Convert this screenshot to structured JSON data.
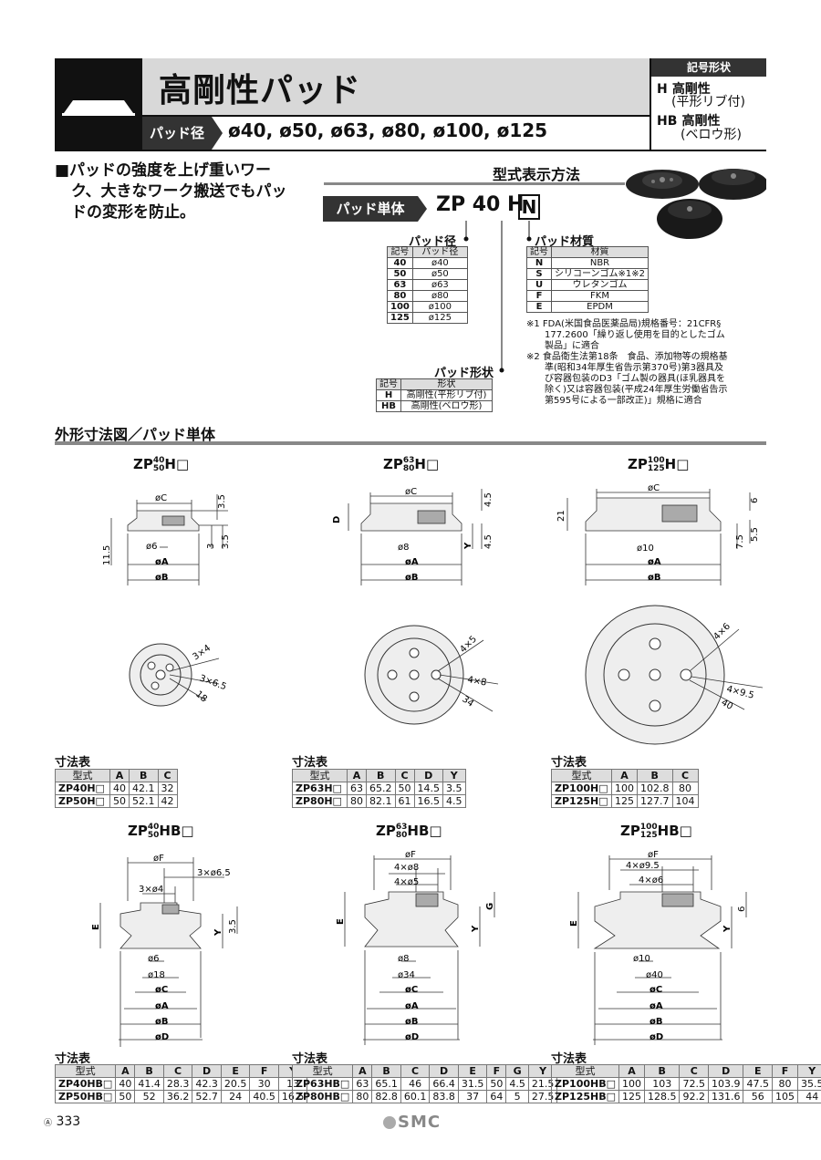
{
  "header": {
    "title": "高剛性パッド",
    "size_label": "パッド径",
    "sizes": "ø40, ø50, ø63, ø80, ø100, ø125",
    "code_head": "記号形状",
    "code_h": "H",
    "code_h_text": "高剛性",
    "code_h_sub": "(平形リブ付)",
    "code_hb": "HB",
    "code_hb_text": "高剛性",
    "code_hb_sub": "(ベロウ形)"
  },
  "feature": [
    "■パッドの強度を上げ重いワー",
    "ク、大きなワーク搬送でもパッ",
    "ドの変形を防止。"
  ],
  "model_code": {
    "title": "型式表示方法",
    "unit_label": "パッド単体",
    "code_prefix": "ZP",
    "code_size": "40",
    "code_shape": "H",
    "code_material": "N",
    "dia_label": "パッド径",
    "dia_headers": [
      "記号",
      "パッド径"
    ],
    "dia_rows": [
      [
        "40",
        "ø40"
      ],
      [
        "50",
        "ø50"
      ],
      [
        "63",
        "ø63"
      ],
      [
        "80",
        "ø80"
      ],
      [
        "100",
        "ø100"
      ],
      [
        "125",
        "ø125"
      ]
    ],
    "mat_label": "パッド材質",
    "mat_headers": [
      "記号",
      "材質"
    ],
    "mat_rows": [
      [
        "N",
        "NBR"
      ],
      [
        "S",
        "シリコーンゴム※1※2"
      ],
      [
        "U",
        "ウレタンゴム"
      ],
      [
        "F",
        "FKM"
      ],
      [
        "E",
        "EPDM"
      ]
    ],
    "notes": [
      "※1 FDA(米国食品医薬品局)規格番号：21CFR§",
      "　　177.2600「繰り返し使用を目的としたゴム",
      "　　製品」に適合",
      "※2 食品衛生法第18条　食品、添加物等の規格基",
      "　　準(昭和34年厚生省告示第370号)第3器具及",
      "　　び容器包装のD3「ゴム製の器具(ほ乳器具を",
      "　　除く)又は容器包装(平成24年厚生労働省告示",
      "　　第595号による一部改正)」規格に適合"
    ],
    "shape_label": "パッド形状",
    "shape_headers": [
      "記号",
      "形状"
    ],
    "shape_rows": [
      [
        "H",
        "高剛性(平形リブ付)"
      ],
      [
        "HB",
        "高剛性(ベロウ形)"
      ]
    ]
  },
  "section_title": "外形寸法図／パッド単体",
  "figures_h": [
    {
      "title_pre": "ZP",
      "title_a": "40",
      "title_b": "50",
      "title_post": "H□"
    },
    {
      "title_pre": "ZP",
      "title_a": "63",
      "title_b": "80",
      "title_post": "H□"
    },
    {
      "title_pre": "ZP",
      "title_a": "100",
      "title_b": "125",
      "title_post": "H□"
    }
  ],
  "figures_hb": [
    {
      "title_pre": "ZP",
      "title_a": "40",
      "title_b": "50",
      "title_post": "HB□"
    },
    {
      "title_pre": "ZP",
      "title_a": "63",
      "title_b": "80",
      "title_post": "HB□"
    },
    {
      "title_pre": "ZP",
      "title_a": "100",
      "title_b": "125",
      "title_post": "HB□"
    }
  ],
  "dim_labels": {
    "h1": {
      "c": "øC",
      "a": "øA",
      "b": "øB",
      "hole": "ø6",
      "h1": "3.5",
      "h2": "3",
      "h3": "3.5",
      "h4": "11.5",
      "p1": "3×4",
      "p2": "3×6.5",
      "p3": "18"
    },
    "h2": {
      "c": "øC",
      "a": "øA",
      "b": "øB",
      "hole": "ø8",
      "d": "D",
      "y": "Y",
      "h1": "4.5",
      "h2": "4.5",
      "p1": "4×5",
      "p2": "4×8",
      "p3": "34"
    },
    "h3": {
      "c": "øC",
      "a": "øA",
      "b": "øB",
      "hole": "ø10",
      "h1": "6",
      "h2": "21",
      "h3": "5.5",
      "h4": "7.5",
      "p1": "4×6",
      "p2": "4×9.5",
      "p3": "40"
    },
    "hb1": {
      "f": "øF",
      "p1": "3×ø6.5",
      "p2": "3×ø4",
      "e": "E",
      "y": "Y",
      "h1": "3.5",
      "a6": "ø6",
      "a18": "ø18",
      "c": "øC",
      "a": "øA",
      "b": "øB",
      "d": "øD"
    },
    "hb2": {
      "f": "øF",
      "p1": "4×ø8",
      "p2": "4×ø5",
      "e": "E",
      "y": "Y",
      "g": "G",
      "a8": "ø8",
      "a34": "ø34",
      "c": "øC",
      "a": "øA",
      "b": "øB",
      "d": "øD"
    },
    "hb3": {
      "f": "øF",
      "p1": "4×ø9.5",
      "p2": "4×ø6",
      "e": "E",
      "y": "Y",
      "h1": "6",
      "a10": "ø10",
      "a40": "ø40",
      "c": "øC",
      "a": "øA",
      "b": "øB",
      "d": "øD"
    }
  },
  "table_label": "寸法表",
  "table_h1": {
    "headers": [
      "型式",
      "A",
      "B",
      "C"
    ],
    "rows": [
      [
        "ZP40H□",
        "40",
        "42.1",
        "32"
      ],
      [
        "ZP50H□",
        "50",
        "52.1",
        "42"
      ]
    ]
  },
  "table_h2": {
    "headers": [
      "型式",
      "A",
      "B",
      "C",
      "D",
      "Y"
    ],
    "rows": [
      [
        "ZP63H□",
        "63",
        "65.2",
        "50",
        "14.5",
        "3.5"
      ],
      [
        "ZP80H□",
        "80",
        "82.1",
        "61",
        "16.5",
        "4.5"
      ]
    ]
  },
  "table_h3": {
    "headers": [
      "型式",
      "A",
      "B",
      "C"
    ],
    "rows": [
      [
        "ZP100H□",
        "100",
        "102.8",
        "80"
      ],
      [
        "ZP125H□",
        "125",
        "127.7",
        "104"
      ]
    ]
  },
  "table_hb1": {
    "headers": [
      "型式",
      "A",
      "B",
      "C",
      "D",
      "E",
      "F",
      "Y"
    ],
    "rows": [
      [
        "ZP40HB□",
        "40",
        "41.4",
        "28.3",
        "42.3",
        "20.5",
        "30",
        "13"
      ],
      [
        "ZP50HB□",
        "50",
        "52",
        "36.2",
        "52.7",
        "24",
        "40.5",
        "16.5"
      ]
    ]
  },
  "table_hb2": {
    "headers": [
      "型式",
      "A",
      "B",
      "C",
      "D",
      "E",
      "F",
      "G",
      "Y"
    ],
    "rows": [
      [
        "ZP63HB□",
        "63",
        "65.1",
        "46",
        "66.4",
        "31.5",
        "50",
        "4.5",
        "21.5"
      ],
      [
        "ZP80HB□",
        "80",
        "82.8",
        "60.1",
        "83.8",
        "37",
        "64",
        "5",
        "27.5"
      ]
    ]
  },
  "table_hb3": {
    "headers": [
      "型式",
      "A",
      "B",
      "C",
      "D",
      "E",
      "F",
      "Y"
    ],
    "rows": [
      [
        "ZP100HB□",
        "100",
        "103",
        "72.5",
        "103.9",
        "47.5",
        "80",
        "35.5"
      ],
      [
        "ZP125HB□",
        "125",
        "128.5",
        "92.2",
        "131.6",
        "56",
        "105",
        "44"
      ]
    ]
  },
  "footer": {
    "page_mark": "Ⓐ",
    "page": "333",
    "logo": "SMC"
  }
}
